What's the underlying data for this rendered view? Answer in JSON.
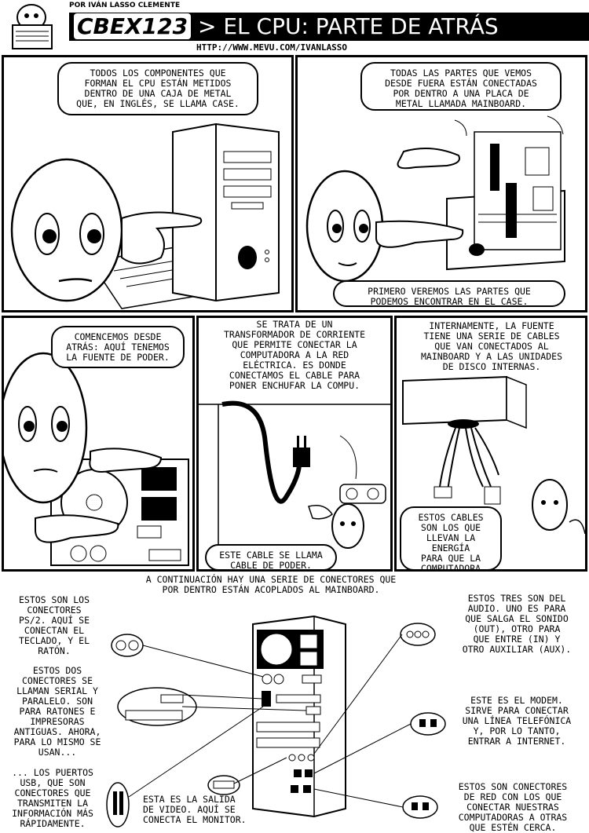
{
  "header": {
    "author": "POR IVÁN LASSO CLEMENTE",
    "logo": "CBEX123",
    "title": "> EL CPU: PARTE DE ATRÁS",
    "url": "HTTP://WWW.MEVU.COM/IVANLASSO"
  },
  "panels": {
    "p1": "TODOS LOS COMPONENTES QUE\nFORMAN EL CPU ESTÁN METIDOS\nDENTRO DE UNA CAJA DE METAL\nQUE, EN INGLÉS, SE LLAMA CASE.",
    "p2_top": "TODAS LAS PARTES QUE VEMOS\nDESDE FUERA ESTÁN CONECTADAS\nPOR DENTRO A UNA PLACA DE\nMETAL LLAMADA MAINBOARD.",
    "p2_bottom": "PRIMERO VEREMOS LAS PARTES QUE\nPODEMOS ENCONTRAR EN EL CASE.",
    "p3": "COMENCEMOS DESDE\nATRÁS: AQUÍ TENEMOS\nLA FUENTE DE PODER.",
    "p4_top": "SE TRATA DE UN\nTRANSFORMADOR DE CORRIENTE\nQUE PERMITE CONECTAR LA\nCOMPUTADORA A LA RED\nELÉCTRICA. ES DONDE\nCONECTAMOS EL CABLE PARA\nPONER ENCHUFAR LA COMPU.",
    "p4_bottom": "ESTE CABLE SE LLAMA\nCABLE DE PODER.",
    "p5_top": "INTERNAMENTE, LA FUENTE\nTIENE UNA SERIE DE CABLES\nQUE VAN CONECTADOS AL\nMAINBOARD Y A LAS UNIDADES\nDE DISCO INTERNAS.",
    "p5_bottom": "ESTOS CABLES\nSON LOS QUE\nLLEVAN LA ENERGÍA\nPARA QUE LA\nCOMPUTADORA\nFUNCIONE."
  },
  "bottom": {
    "intro": "A CONTINUACIÓN HAY UNA SERIE DE CONECTORES QUE\nPOR DENTRO ESTÁN ACOPLADOS AL MAINBOARD.",
    "ps2": "ESTOS SON LOS\nCONECTORES\nPS/2. AQUÍ SE\nCONECTAN EL\nTECLADO, Y EL\nRATÓN.",
    "serial": "ESTOS DOS\nCONECTORES SE\nLLAMAN SERIAL Y\nPARALELO. SON\nPARA RATONES E\nIMPRESORAS\nANTIGUAS. AHORA,\nPARA LO MISMO SE\nUSAN...",
    "usb": "... LOS PUERTOS\nUSB, QUE SON\nCONECTORES QUE\nTRANSMITEN LA\nINFORMACIÓN MÁS\nRÁPIDAMENTE.",
    "video": "ESTA ES LA SALIDA\nDE VIDEO. AQUÍ SE\nCONECTA EL MONITOR.",
    "audio": "ESTOS TRES SON DEL\nAUDIO. UNO ES PARA\nQUE SALGA EL SONIDO\n(OUT), OTRO PARA\nQUE ENTRE (IN) Y\nOTRO AUXILIAR (AUX).",
    "modem": "ESTE ES EL MODEM.\nSIRVE PARA CONECTAR\nUNA LÍNEA TELEFÓNICA\nY, POR LO TANTO,\nENTRAR A INTERNET.",
    "network": "ESTOS SON CONECTORES\nDE RED CON LOS QUE\nCONECTAR NUESTRAS\nCOMPUTADORAS A OTRAS\nQUE ESTÉN CERCA."
  }
}
